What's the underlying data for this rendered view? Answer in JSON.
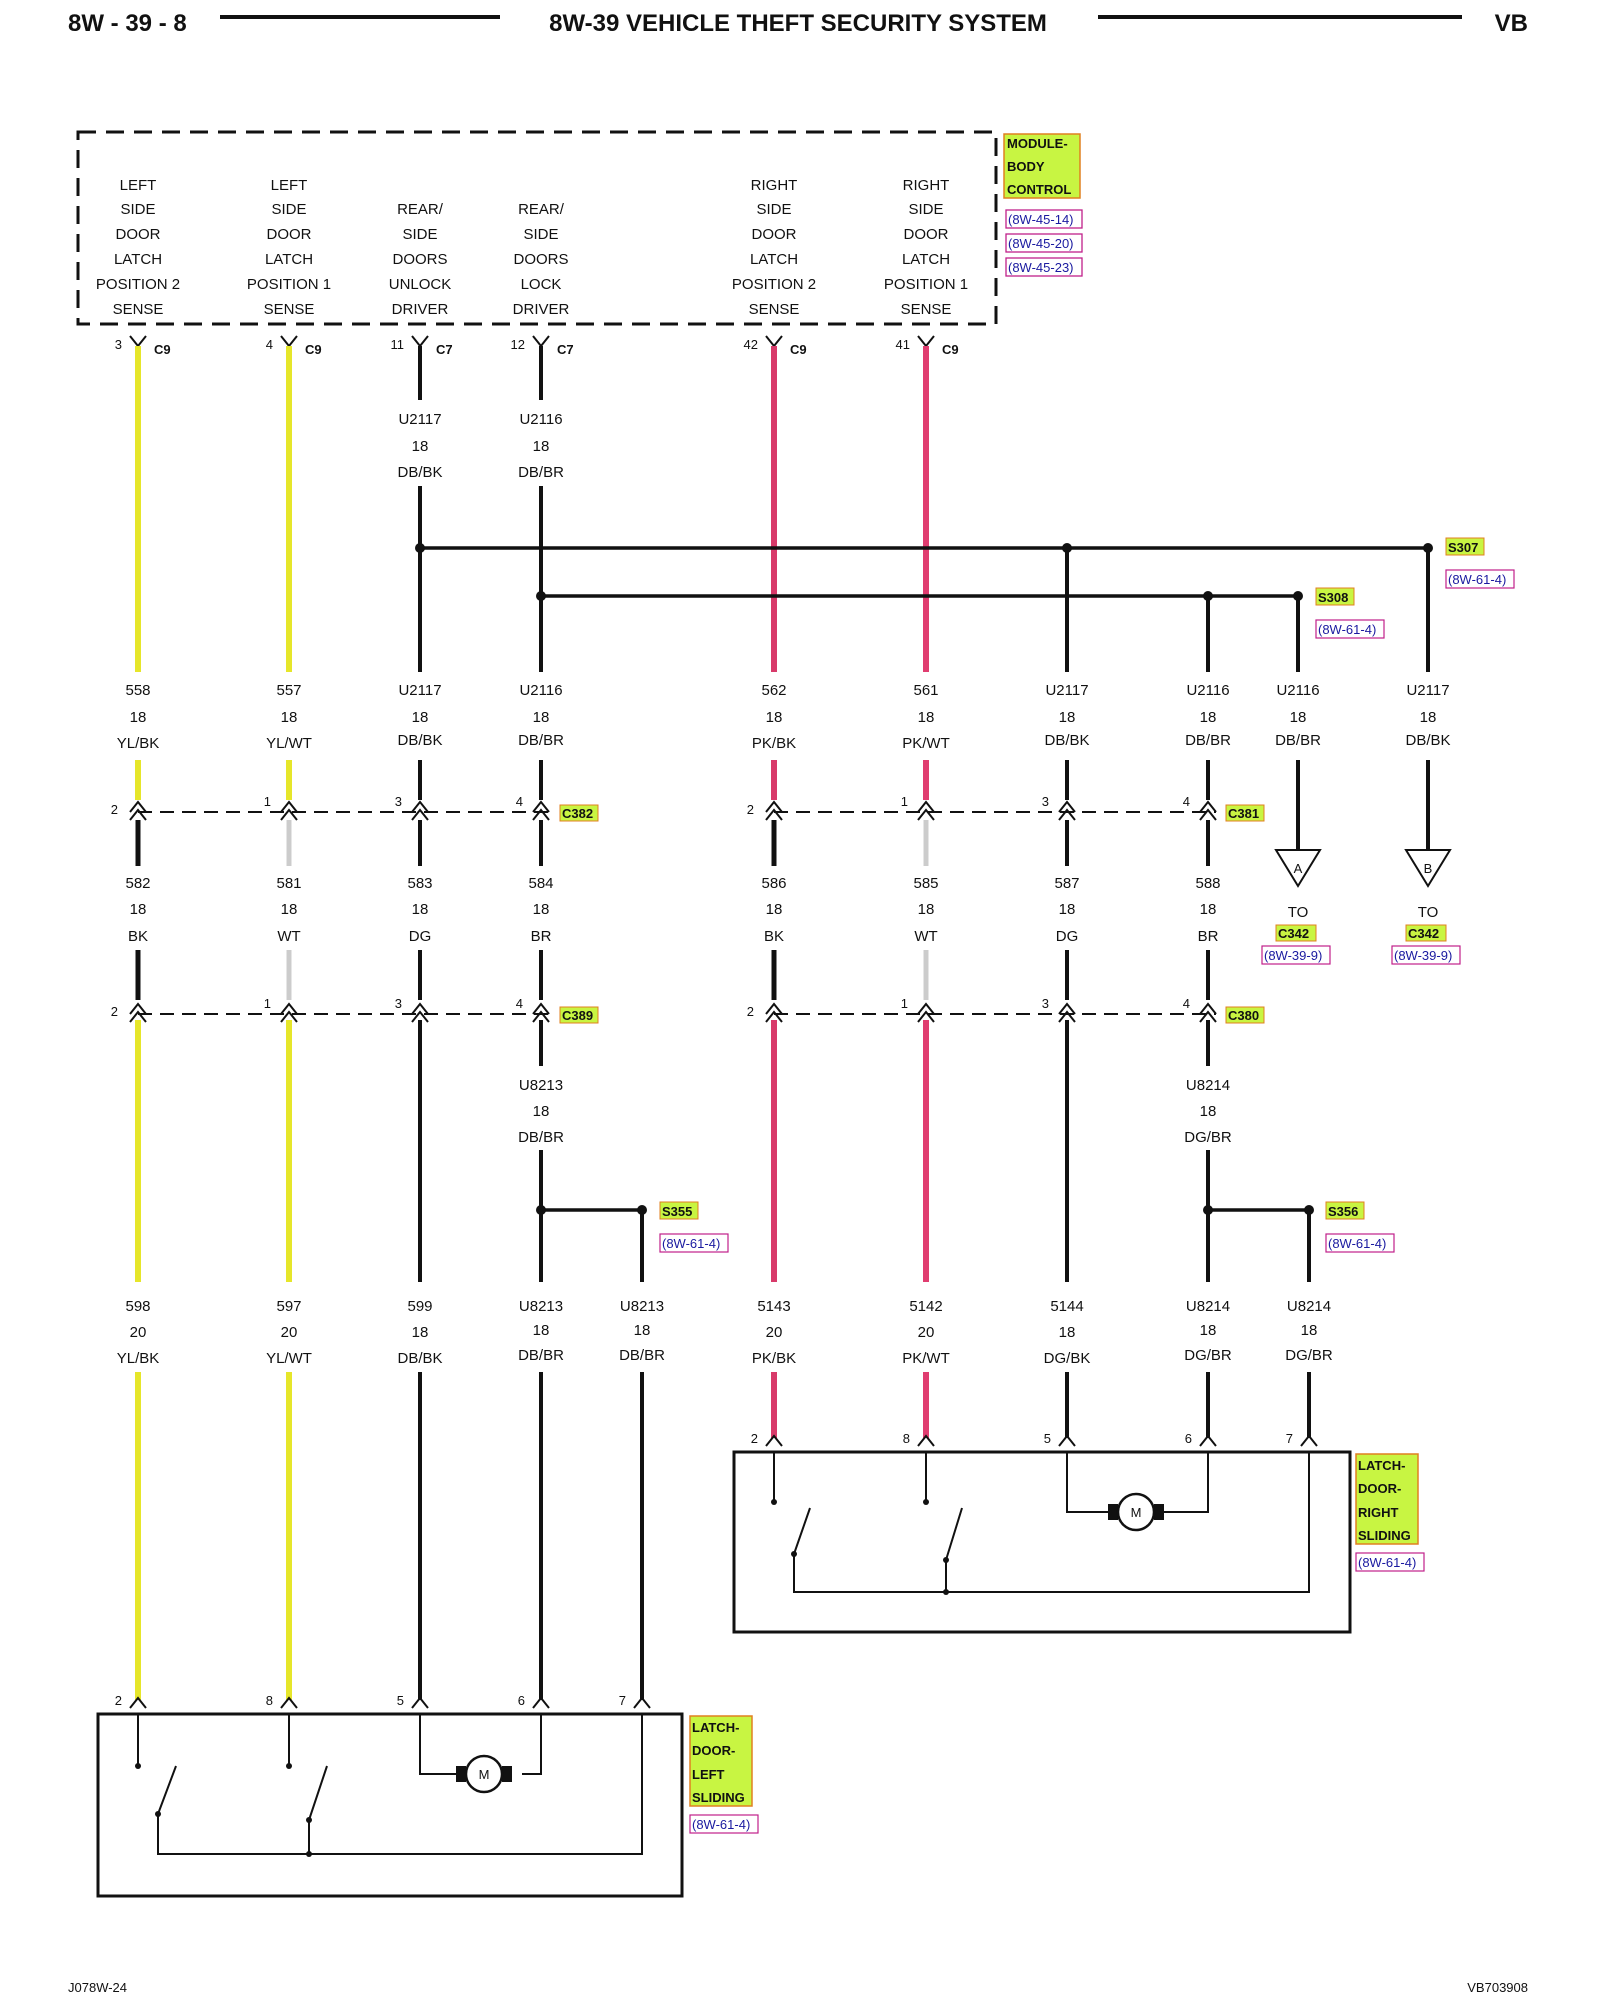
{
  "header": {
    "left": "8W - 39 - 8",
    "center": "8W-39 VEHICLE THEFT SECURITY SYSTEM",
    "right": "VB"
  },
  "footer": {
    "left": "J078W-24",
    "right": "VB703908"
  },
  "colors": {
    "YL/BK": "#e6e62a",
    "YL/WT": "#e6e62a",
    "DB/BK": "#111111",
    "DB/BR": "#111111",
    "PK/BK": "#d83a6a",
    "PK/WT": "#e03d70",
    "BK": "#111111",
    "WT": "#cccccc",
    "DG": "#111111",
    "BR": "#111111",
    "DG/BK": "#111111",
    "DG/BR": "#111111",
    "label_bg": "#c8f542",
    "ref_border": "#c0208a",
    "label_border": "#e08020"
  },
  "module": {
    "name_lines": [
      "MODULE-",
      "BODY",
      "CONTROL"
    ],
    "refs": [
      "(8W-45-14)",
      "(8W-45-20)",
      "(8W-45-23)"
    ],
    "functions": [
      {
        "lines": [
          "LEFT",
          "SIDE",
          "DOOR",
          "LATCH",
          "POSITION 2",
          "SENSE"
        ]
      },
      {
        "lines": [
          "LEFT",
          "SIDE",
          "DOOR",
          "LATCH",
          "POSITION 1",
          "SENSE"
        ]
      },
      {
        "lines": [
          "REAR/",
          "SIDE",
          "DOORS",
          "UNLOCK",
          "DRIVER"
        ]
      },
      {
        "lines": [
          "REAR/",
          "SIDE",
          "DOORS",
          "LOCK",
          "DRIVER"
        ]
      },
      {
        "lines": [
          "RIGHT",
          "SIDE",
          "DOOR",
          "LATCH",
          "POSITION 2",
          "SENSE"
        ]
      },
      {
        "lines": [
          "RIGHT",
          "SIDE",
          "DOOR",
          "LATCH",
          "POSITION 1",
          "SENSE"
        ]
      }
    ],
    "pins": [
      {
        "pin": "3",
        "conn": "C9"
      },
      {
        "pin": "4",
        "conn": "C9"
      },
      {
        "pin": "11",
        "conn": "C7"
      },
      {
        "pin": "12",
        "conn": "C7"
      },
      {
        "pin": "42",
        "conn": "C9"
      },
      {
        "pin": "41",
        "conn": "C9"
      }
    ]
  },
  "wire_labels": [
    {
      "id": "u2117-top",
      "lines": [
        "U2117",
        "18",
        "DB/BK"
      ]
    },
    {
      "id": "u2116-top",
      "lines": [
        "U2116",
        "18",
        "DB/BR"
      ]
    },
    {
      "id": "c1-558",
      "lines": [
        "558",
        "18",
        "YL/BK"
      ]
    },
    {
      "id": "c2-557",
      "lines": [
        "557",
        "18",
        "YL/WT"
      ]
    },
    {
      "id": "c3-u2117",
      "lines": [
        "U2117",
        "18",
        "DB/BK"
      ]
    },
    {
      "id": "c4-u2116",
      "lines": [
        "U2116",
        "18",
        "DB/BR"
      ]
    },
    {
      "id": "c5-562",
      "lines": [
        "562",
        "18",
        "PK/BK"
      ]
    },
    {
      "id": "c6-561",
      "lines": [
        "561",
        "18",
        "PK/WT"
      ]
    },
    {
      "id": "c7-u2117",
      "lines": [
        "U2117",
        "18",
        "DB/BK"
      ]
    },
    {
      "id": "c8-u2116",
      "lines": [
        "U2116",
        "18",
        "DB/BR"
      ]
    },
    {
      "id": "c9-u2116",
      "lines": [
        "U2116",
        "18",
        "DB/BR"
      ]
    },
    {
      "id": "c10-u2117",
      "lines": [
        "U2117",
        "18",
        "DB/BK"
      ]
    },
    {
      "id": "c1-582",
      "lines": [
        "582",
        "18",
        "BK"
      ]
    },
    {
      "id": "c2-581",
      "lines": [
        "581",
        "18",
        "WT"
      ]
    },
    {
      "id": "c3-583",
      "lines": [
        "583",
        "18",
        "DG"
      ]
    },
    {
      "id": "c4-584",
      "lines": [
        "584",
        "18",
        "BR"
      ]
    },
    {
      "id": "c5-586",
      "lines": [
        "586",
        "18",
        "BK"
      ]
    },
    {
      "id": "c6-585",
      "lines": [
        "585",
        "18",
        "WT"
      ]
    },
    {
      "id": "c7-587",
      "lines": [
        "587",
        "18",
        "DG"
      ]
    },
    {
      "id": "c8-588",
      "lines": [
        "588",
        "18",
        "BR"
      ]
    },
    {
      "id": "c4-u8213",
      "lines": [
        "U8213",
        "18",
        "DB/BR"
      ]
    },
    {
      "id": "c8-u8214",
      "lines": [
        "U8214",
        "18",
        "DG/BR"
      ]
    },
    {
      "id": "c1-598",
      "lines": [
        "598",
        "20",
        "YL/BK"
      ]
    },
    {
      "id": "c2-597",
      "lines": [
        "597",
        "20",
        "YL/WT"
      ]
    },
    {
      "id": "c3-599",
      "lines": [
        "599",
        "18",
        "DB/BK"
      ]
    },
    {
      "id": "c4-u8213b",
      "lines": [
        "U8213",
        "18",
        "DB/BR"
      ]
    },
    {
      "id": "c4b-u8213",
      "lines": [
        "U8213",
        "18",
        "DB/BR"
      ]
    },
    {
      "id": "c5-5143",
      "lines": [
        "5143",
        "20",
        "PK/BK"
      ]
    },
    {
      "id": "c6-5142",
      "lines": [
        "5142",
        "20",
        "PK/WT"
      ]
    },
    {
      "id": "c7-5144",
      "lines": [
        "5144",
        "18",
        "DG/BK"
      ]
    },
    {
      "id": "c8-u8214b",
      "lines": [
        "U8214",
        "18",
        "DG/BR"
      ]
    },
    {
      "id": "c8b-u8214",
      "lines": [
        "U8214",
        "18",
        "DG/BR"
      ]
    }
  ],
  "connectors": [
    {
      "name": "C382",
      "pins": [
        "2",
        "1",
        "3",
        "4"
      ]
    },
    {
      "name": "C381",
      "pins": [
        "2",
        "1",
        "3",
        "4"
      ]
    },
    {
      "name": "C389",
      "pins": [
        "2",
        "1",
        "3",
        "4"
      ]
    },
    {
      "name": "C380",
      "pins": [
        "2",
        "1",
        "3",
        "4"
      ]
    }
  ],
  "splices": [
    {
      "name": "S307",
      "ref": "(8W-61-4)"
    },
    {
      "name": "S308",
      "ref": "(8W-61-4)"
    },
    {
      "name": "S355",
      "ref": "(8W-61-4)"
    },
    {
      "name": "S356",
      "ref": "(8W-61-4)"
    }
  ],
  "offpage": [
    {
      "letter": "A",
      "to": "TO",
      "conn": "C342",
      "ref": "(8W-39-9)"
    },
    {
      "letter": "B",
      "to": "TO",
      "conn": "C342",
      "ref": "(8W-39-9)"
    }
  ],
  "latch_right": {
    "name_lines": [
      "LATCH-",
      "DOOR-",
      "RIGHT",
      "SLIDING"
    ],
    "ref": "(8W-61-4)",
    "pins": [
      "2",
      "8",
      "5",
      "6",
      "7"
    ],
    "motor": "M"
  },
  "latch_left": {
    "name_lines": [
      "LATCH-",
      "DOOR-",
      "LEFT",
      "SLIDING"
    ],
    "ref": "(8W-61-4)",
    "pins": [
      "2",
      "8",
      "5",
      "6",
      "7"
    ],
    "motor": "M"
  }
}
